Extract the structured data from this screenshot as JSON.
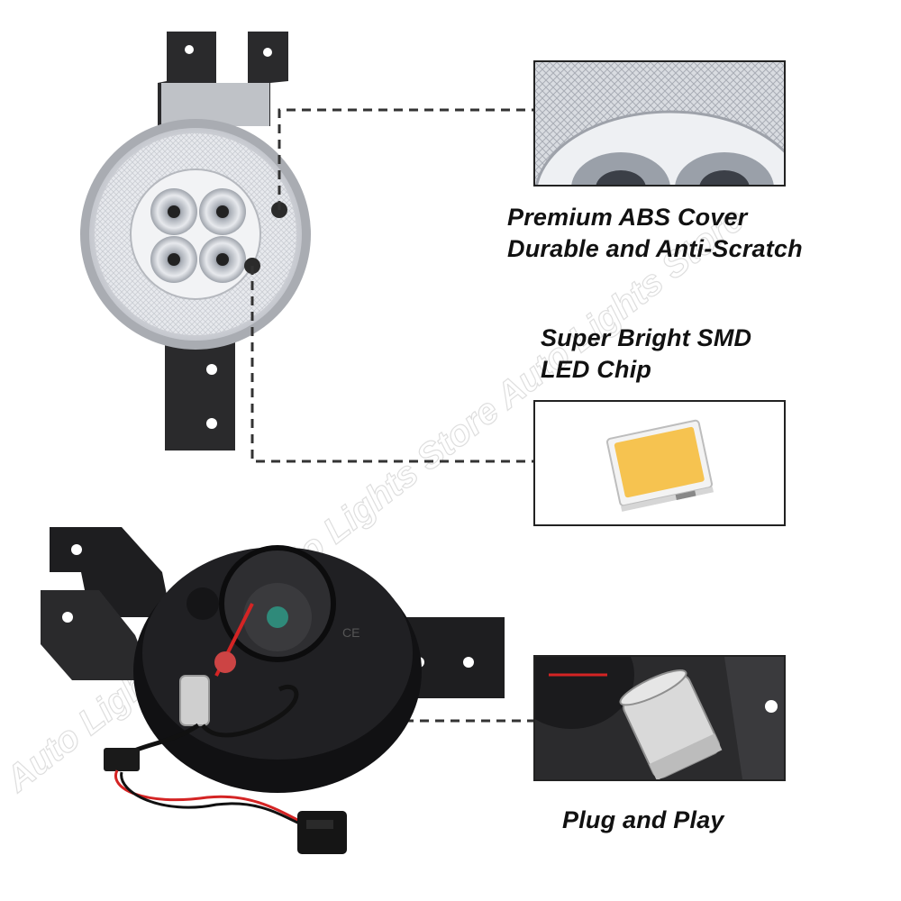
{
  "captions": {
    "cover_line1": "Premium ABS Cover",
    "cover_line2": "Durable and Anti-Scratch",
    "chip_line1": "Super Bright SMD",
    "chip_line2": "LED Chip",
    "plug": "Plug and Play"
  },
  "watermark": {
    "text": "Auto Lights Store Auto Lights Store Auto Lights Store"
  },
  "colors": {
    "led_chip": "#f6c350",
    "bracket": "#2a2a2c",
    "housing": "#1c1c1e",
    "lens": "#e6e8ec",
    "wire_red": "#d42424",
    "wire_black": "#111111",
    "socket_metal": "#cfcfcf"
  }
}
